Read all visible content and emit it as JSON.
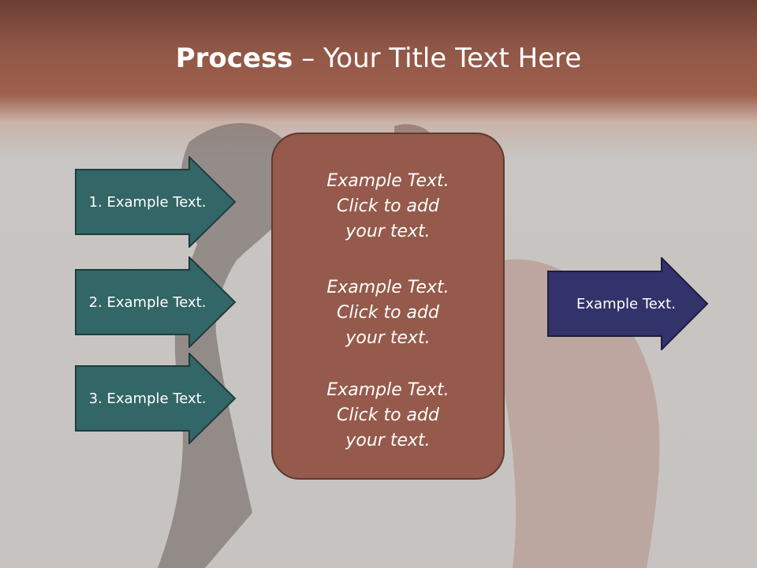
{
  "title": {
    "bold": "Process",
    "rest": " – Your Title Text Here"
  },
  "steps": [
    {
      "label": "1. Example Text."
    },
    {
      "label": "2. Example Text."
    },
    {
      "label": "3. Example Text."
    }
  ],
  "center_box": {
    "blocks": [
      {
        "line1": "Example Text.",
        "line2": "Click  to add",
        "line3": "your text."
      },
      {
        "line1": "Example Text.",
        "line2": "Click  to add",
        "line3": "your text."
      },
      {
        "line1": "Example Text.",
        "line2": "Click  to add",
        "line3": "your text."
      }
    ]
  },
  "output": {
    "label": "Example Text."
  },
  "colors": {
    "step_arrow": "#336666",
    "output_arrow": "#33336b",
    "center_box": "#955a4b",
    "header": "#9b5d4c"
  }
}
